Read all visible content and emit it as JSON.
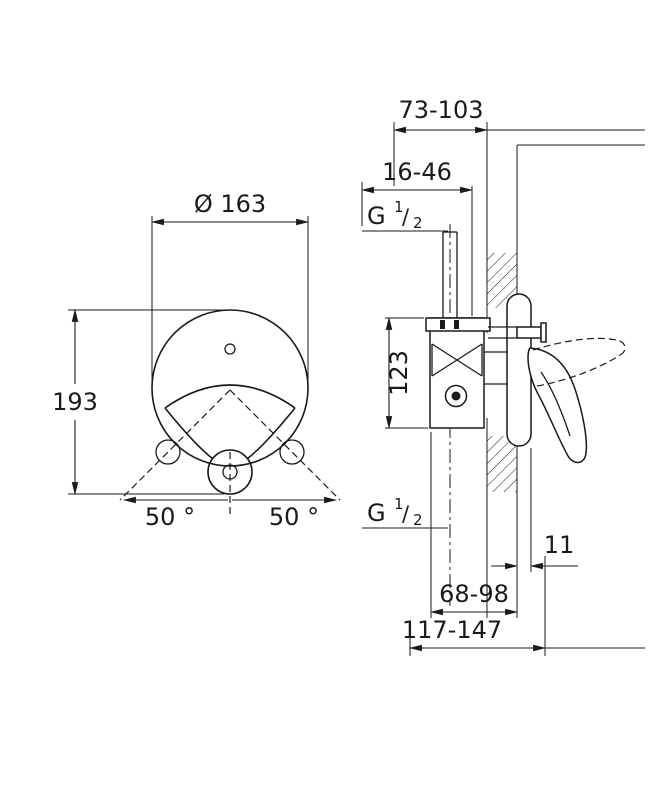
{
  "page": {
    "background": "#ffffff",
    "line_color": "#1a1a1a"
  },
  "front_view": {
    "diameter": "Ø 163",
    "height": "193",
    "angle_left": "50 °",
    "angle_right": "50 °"
  },
  "side_view": {
    "depth_range": "73-103",
    "upper_range": "16-46",
    "thread_top": {
      "base": "G",
      "num": "1",
      "slash": "/",
      "den": "2"
    },
    "valve_height": "123",
    "thread_bottom": {
      "base": "G",
      "num": "1",
      "slash": "/",
      "den": "2"
    },
    "plate_offset": "11",
    "lower_range": "68-98",
    "total_range": "117-147"
  }
}
